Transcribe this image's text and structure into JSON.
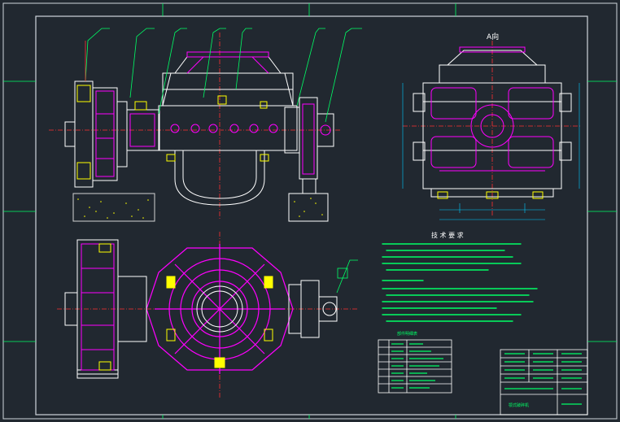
{
  "drawing": {
    "colors": {
      "background": "#212830",
      "frame": "#ffffff",
      "outline": "#ffffff",
      "centerline": "#ff3030",
      "hidden": "#ff00ff",
      "detail": "#ffff00",
      "annotation": "#00ff66",
      "dimension": "#00ccff"
    },
    "view_label_side": "A向",
    "tech_requirements_title": "技 术 要 求",
    "parts_table_title": "部件明细表",
    "title_block_name": "颚式破碎机"
  }
}
